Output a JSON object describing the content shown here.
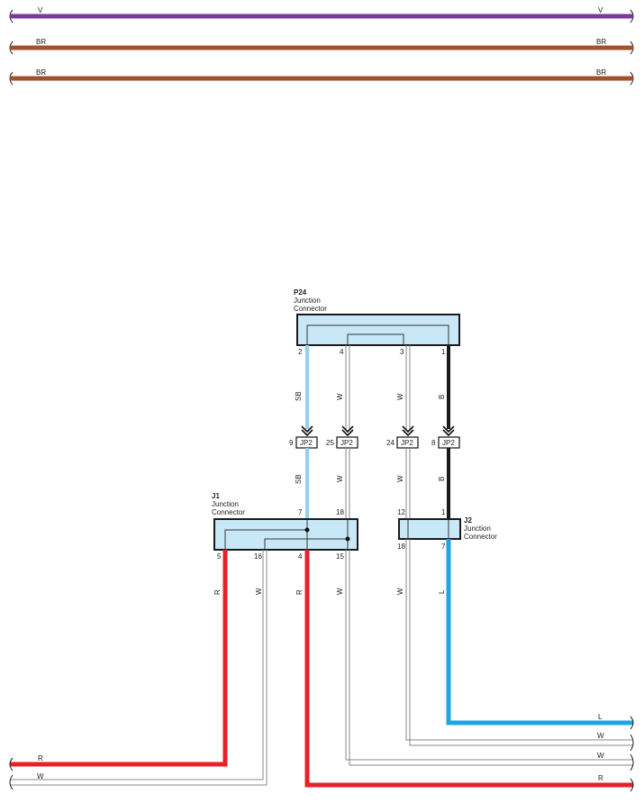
{
  "colors": {
    "violet": "#7a3a9a",
    "brown": "#a0522d",
    "sky_blue": "#8fd3f0",
    "black": "#1a1a1a",
    "white_wire_stroke": "#8a8a8a",
    "red": "#e8202a",
    "blue": "#1ea6e0",
    "connector_fill": "#c8e8f8",
    "connector_border": "#1a1a1a"
  },
  "top_wires": [
    {
      "left_label": "V",
      "right_label": "V"
    },
    {
      "left_label": "BR",
      "right_label": "BR"
    },
    {
      "left_label": "BR",
      "right_label": "BR"
    }
  ],
  "p24": {
    "id": "P24",
    "name_line1": "Junction",
    "name_line2": "Connector",
    "pins": [
      "2",
      "4",
      "3",
      "1"
    ]
  },
  "jp2": {
    "label": "JP2",
    "pins": [
      "9",
      "25",
      "24",
      "8"
    ]
  },
  "upper_wire_labels": [
    "SB",
    "W",
    "W",
    "B"
  ],
  "mid_wire_labels": [
    "SB",
    "W",
    "W",
    "B"
  ],
  "j1": {
    "id": "J1",
    "name_line1": "Junction",
    "name_line2": "Connector",
    "top_pins": [
      "7",
      "18"
    ],
    "bottom_pins": [
      "5",
      "16",
      "4",
      "15"
    ]
  },
  "j2": {
    "id": "J2",
    "name_line1": "Junction",
    "name_line2": "Connector",
    "top_pins": [
      "12",
      "1"
    ],
    "bottom_pins": [
      "18",
      "7"
    ]
  },
  "lower_wire_labels": [
    "R",
    "W",
    "R",
    "W",
    "W",
    "L"
  ],
  "bottom_wires": {
    "right_l": "L",
    "right_w1": "W",
    "right_w2": "W",
    "left_r": "R",
    "left_w": "W",
    "right_r": "R"
  }
}
